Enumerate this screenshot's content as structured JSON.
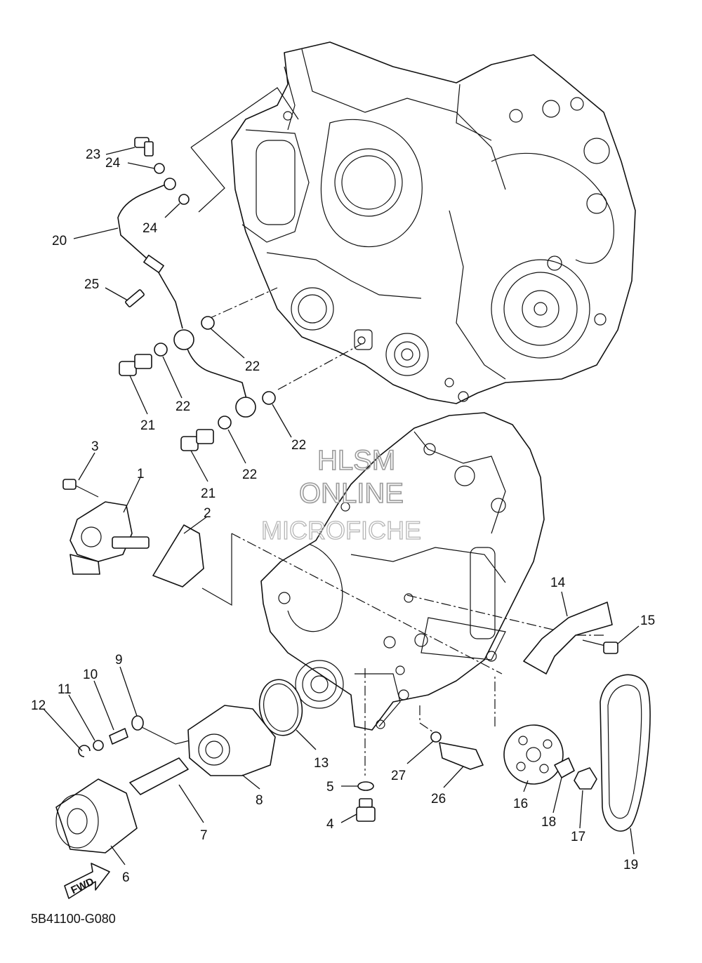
{
  "diagram": {
    "callouts": [
      "1",
      "2",
      "3",
      "4",
      "5",
      "6",
      "7",
      "8",
      "9",
      "10",
      "11",
      "12",
      "13",
      "14",
      "15",
      "16",
      "17",
      "18",
      "19",
      "20",
      "21",
      "21",
      "22",
      "22",
      "22",
      "22",
      "23",
      "24",
      "24",
      "25",
      "26",
      "27"
    ],
    "direction_label": "FWD",
    "drawing_code": "5B41100-G080"
  },
  "watermark": {
    "line1": "HLSM",
    "line2": "ONLINE",
    "line3": "MICROFICHE"
  }
}
